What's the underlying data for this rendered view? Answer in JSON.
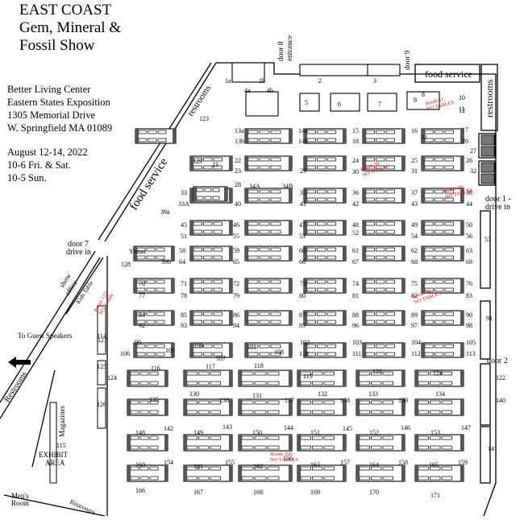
{
  "header": {
    "title_lines": [
      "EAST COAST",
      "Gem, Mineral &",
      "Fossil Show"
    ]
  },
  "venue": {
    "lines": [
      "Better Living Center",
      "Eastern States Exposition",
      "1305 Memorial Drive",
      "W. Springfield MA 01089"
    ]
  },
  "schedule": {
    "lines": [
      "August 12-14, 2022",
      "10-6 Fri. & Sat.",
      "10-5 Sun."
    ]
  },
  "map_labels": {
    "food_service_top": "food service",
    "food_service_diag": "food service",
    "restrooms_right": "restrooms",
    "restrooms_top": "restrooms",
    "restrooms_left": "Restrooms",
    "door8": "door 8",
    "entrance": "entrance",
    "door9": "door 9",
    "door1a": "door 1 -",
    "door1b": "drive in",
    "door7a": "door 7",
    "door7b": "drive in",
    "door2": "door 2",
    "show": "show",
    "office": "office",
    "kids_table": "Kids Table",
    "to_guest_speakers": "To Guest Speakers",
    "magazines": "Magazines",
    "exhibit": "EXHIBIT",
    "area": "AREA",
    "mens_a": "Men's",
    "mens_b": "Room",
    "lower_rest": "Restrooms",
    "yonas": "Yonas"
  },
  "notes": [
    {
      "id": "n11",
      "lines": [
        "Booth 11:",
        "NO TABLES"
      ],
      "color": "#e0141e"
    },
    {
      "id": "n30",
      "lines": [
        "Booth 30:",
        "NO TABLES"
      ],
      "color": "#e0141e"
    },
    {
      "id": "n38",
      "lines": [
        "Booth 38:",
        "NO TABLES"
      ],
      "color": "#e0141e"
    },
    {
      "id": "n82",
      "lines": [
        "Booth 82:",
        "NO TABLES"
      ],
      "color": "#e0141e"
    },
    {
      "id": "n127",
      "lines": [
        "Booth 127:",
        "NO 8' table"
      ],
      "color": "#e0141e"
    },
    {
      "id": "n156",
      "lines": [
        "Booth 156:",
        "NO TABLES"
      ],
      "color": "#e0141e"
    }
  ],
  "booths": [
    "1a",
    "1b",
    "2",
    "3",
    "4a",
    "4b",
    "5",
    "6",
    "7",
    "8",
    "9",
    "10",
    "11",
    "12",
    "13a",
    "13b",
    "14a",
    "14b",
    "15",
    "16",
    "17",
    "18",
    "19",
    "20",
    "21",
    "22",
    "23",
    "24",
    "25",
    "26",
    "27",
    "28",
    "29",
    "30",
    "31",
    "32",
    "33",
    "33A",
    "34A",
    "34B",
    "35",
    "36",
    "37",
    "38",
    "39a",
    "39b",
    "40",
    "41",
    "42",
    "43",
    "44",
    "45",
    "46",
    "47",
    "48",
    "49",
    "50",
    "51",
    "52",
    "53",
    "54",
    "55",
    "56",
    "57",
    "58",
    "59",
    "60",
    "61",
    "62",
    "63",
    "64",
    "65",
    "66",
    "67",
    "68",
    "69",
    "70",
    "71",
    "72",
    "73",
    "74",
    "75",
    "76",
    "77",
    "78",
    "79",
    "80",
    "81",
    "82",
    "83",
    "84",
    "85",
    "86",
    "87",
    "88",
    "89",
    "90",
    "91",
    "92",
    "93",
    "94",
    "95",
    "96",
    "97",
    "98",
    "99",
    "100",
    "101",
    "102",
    "103",
    "104",
    "105",
    "106",
    "107",
    "108",
    "109",
    "110",
    "111",
    "112",
    "113",
    "114",
    "115",
    "116",
    "117",
    "118",
    "119",
    "120",
    "121",
    "122",
    "123",
    "124",
    "125",
    "126",
    "127",
    "128",
    "129",
    "130",
    "131",
    "132",
    "133",
    "134",
    "135",
    "136",
    "137",
    "138",
    "139",
    "140",
    "141",
    "142",
    "143",
    "144",
    "145",
    "146",
    "147",
    "148",
    "149",
    "150",
    "151",
    "152",
    "153",
    "154",
    "155",
    "156",
    "157",
    "158",
    "159",
    "160",
    "161",
    "162",
    "163",
    "164",
    "165",
    "166",
    "167",
    "168",
    "169",
    "170",
    "171"
  ]
}
